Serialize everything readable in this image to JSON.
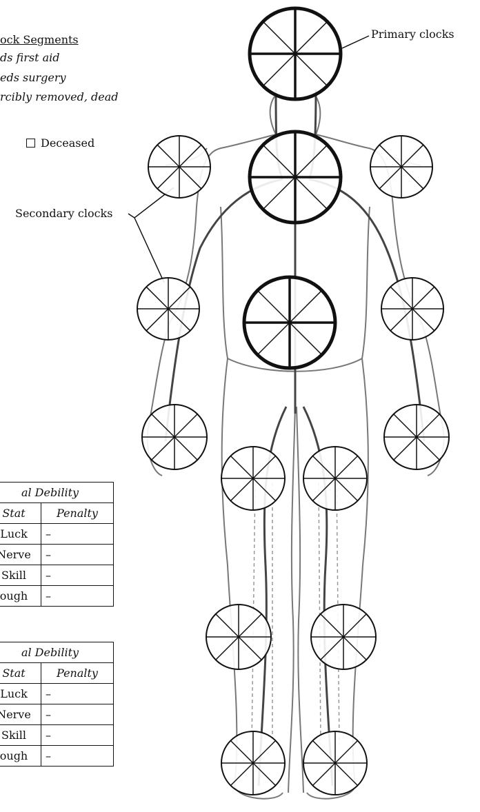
{
  "legend": {
    "title": "ock Segments",
    "items": [
      "ds first aid",
      "eds surgery",
      "rcibly removed, dead"
    ]
  },
  "deceased_label": "Deceased",
  "callouts": {
    "primary": "Primary clocks",
    "secondary": "Secondary clocks"
  },
  "tables": [
    {
      "title": "al Debility",
      "headers": [
        "Stat",
        "Penalty"
      ],
      "rows": [
        [
          "Luck",
          "–"
        ],
        [
          "Nerve",
          "–"
        ],
        [
          "Skill",
          "–"
        ],
        [
          "ough",
          "–"
        ]
      ]
    },
    {
      "title": "al Debility",
      "headers": [
        "Stat",
        "Penalty"
      ],
      "rows": [
        [
          "Luck",
          "–"
        ],
        [
          "Nerve",
          "–"
        ],
        [
          "Skill",
          "–"
        ],
        [
          "ough",
          "–"
        ]
      ]
    }
  ],
  "clocks": {
    "primary": [
      "head",
      "chest",
      "abdomen"
    ],
    "secondary": [
      "left-upper-arm",
      "right-upper-arm",
      "left-forearm",
      "right-forearm",
      "left-hand",
      "right-hand",
      "left-thigh",
      "right-thigh",
      "left-shin",
      "right-shin",
      "left-foot",
      "right-foot"
    ],
    "segments": 8
  }
}
